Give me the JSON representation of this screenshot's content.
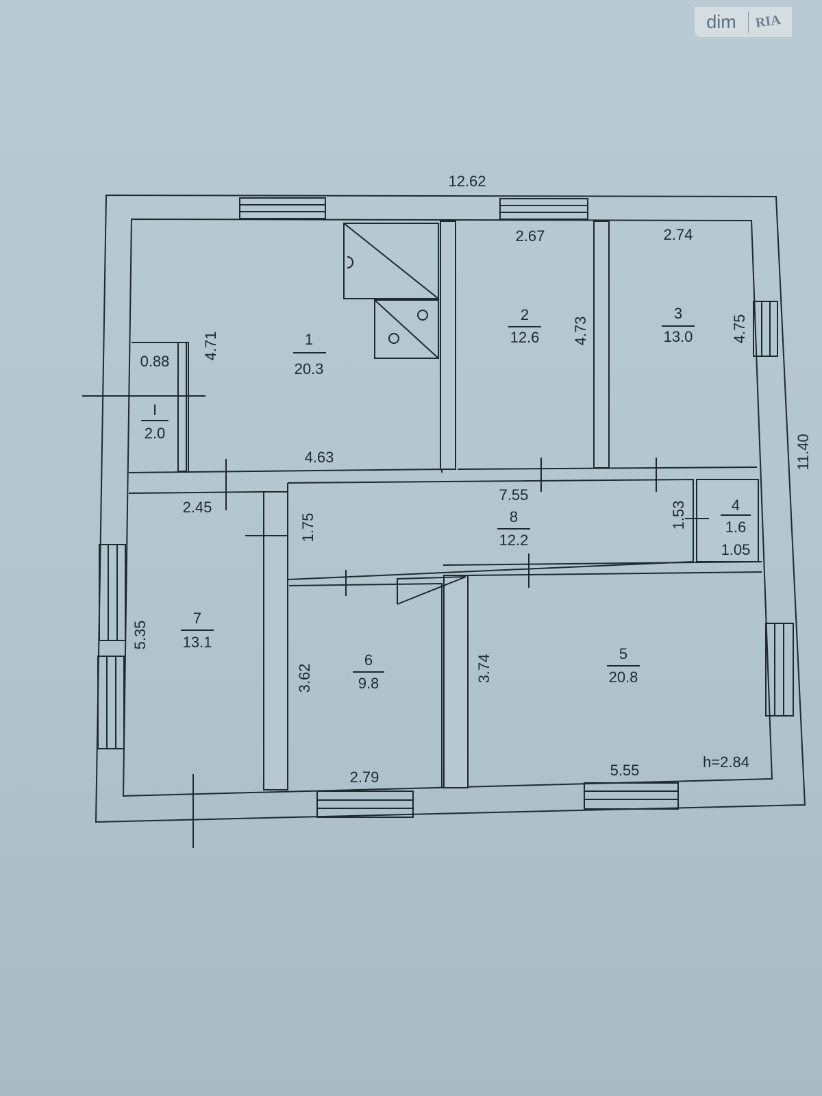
{
  "logo": {
    "dim": "dim",
    "ria": "RIA"
  },
  "plan": {
    "overall_width": "12.62",
    "overall_depth": "11.40",
    "ceiling_height": "h=2.84",
    "rooms": [
      {
        "number": "1",
        "area": "20.3"
      },
      {
        "number": "2",
        "area": "12.6"
      },
      {
        "number": "3",
        "area": "13.0"
      },
      {
        "number": "4",
        "area": "1.6"
      },
      {
        "number": "5",
        "area": "20.8"
      },
      {
        "number": "6",
        "area": "9.8"
      },
      {
        "number": "7",
        "area": "13.1"
      },
      {
        "number": "8",
        "area": "12.2"
      },
      {
        "number": "I",
        "area": "2.0"
      }
    ],
    "dimensions": {
      "r1_depth": "4.71",
      "r1_width": "4.63",
      "r2_width": "2.67",
      "r2_depth": "4.73",
      "r3_width": "2.74",
      "r3_depth": "4.75",
      "vest_width": "0.88",
      "r8_width": "7.55",
      "r8_depth": "1.75",
      "r4_depth": "1.53",
      "r4_width": "1.05",
      "r7_width": "2.45",
      "r7_depth": "5.35",
      "r6_depth": "3.62",
      "r6_width": "2.79",
      "r5_depth": "3.74",
      "r5_width": "5.55"
    }
  }
}
